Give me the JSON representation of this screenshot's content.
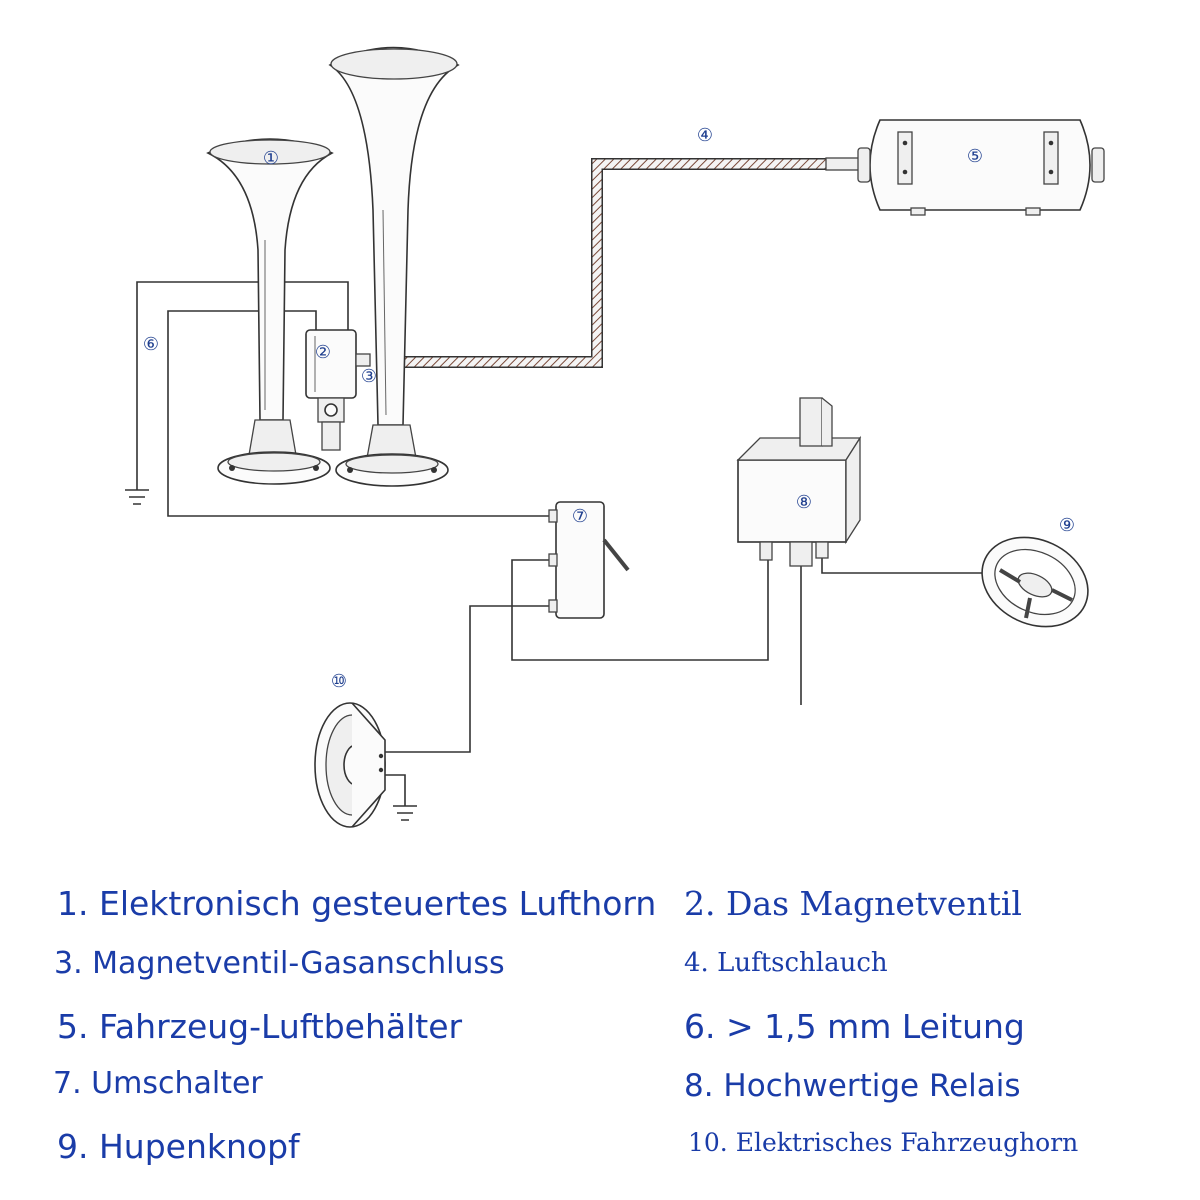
{
  "diagram": {
    "markers": [
      {
        "id": "1",
        "glyph": "①"
      },
      {
        "id": "2",
        "glyph": "②"
      },
      {
        "id": "3",
        "glyph": "③"
      },
      {
        "id": "4",
        "glyph": "④"
      },
      {
        "id": "5",
        "glyph": "⑤"
      },
      {
        "id": "6",
        "glyph": "⑥"
      },
      {
        "id": "7",
        "glyph": "⑦"
      },
      {
        "id": "8",
        "glyph": "⑧"
      },
      {
        "id": "9",
        "glyph": "⑨"
      },
      {
        "id": "10",
        "glyph": "⑩"
      }
    ]
  },
  "legend": {
    "items": [
      "1. Elektronisch gesteuertes Lufthorn",
      "2. Das Magnetventil",
      "3. Magnetventil-Gasanschluss",
      "4. Luftschlauch",
      "5. Fahrzeug-Luftbehälter",
      "6. > 1,5 mm Leitung",
      "7. Umschalter",
      "8. Hochwertige Relais",
      "9. Hupenknopf",
      "10. Elektrisches Fahrzeughorn"
    ]
  },
  "colors": {
    "legend_text": "#1a3ca8",
    "marker": "#1f3f8f",
    "line": "#333333"
  }
}
